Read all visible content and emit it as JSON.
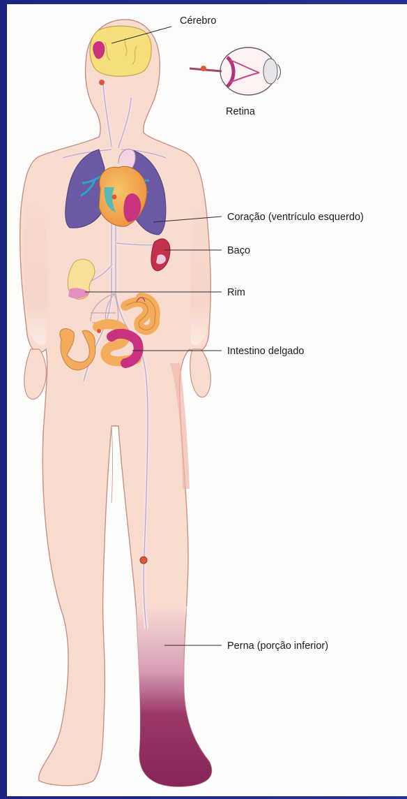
{
  "labels": {
    "cerebro": "Cérebro",
    "retina": "Retina",
    "coracao": "Coração (ventrículo esquerdo)",
    "baco": "Baço",
    "rim": "Rim",
    "intestino": "Intestino delgado",
    "perna": "Perna (porção inferior)"
  },
  "colors": {
    "background": "#1f2a86",
    "skin": "#f8dcd0",
    "skin_edge": "#f3b9b0",
    "brain": "#f7e07a",
    "infarct": "#c9327e",
    "lung": "#6b5aa3",
    "heart": "#f2a04a",
    "vessel": "#f6e6ef",
    "intestine": "#f4ad5c",
    "leg_infarct": "#8e2a5e",
    "embolus": "#e0553c"
  }
}
